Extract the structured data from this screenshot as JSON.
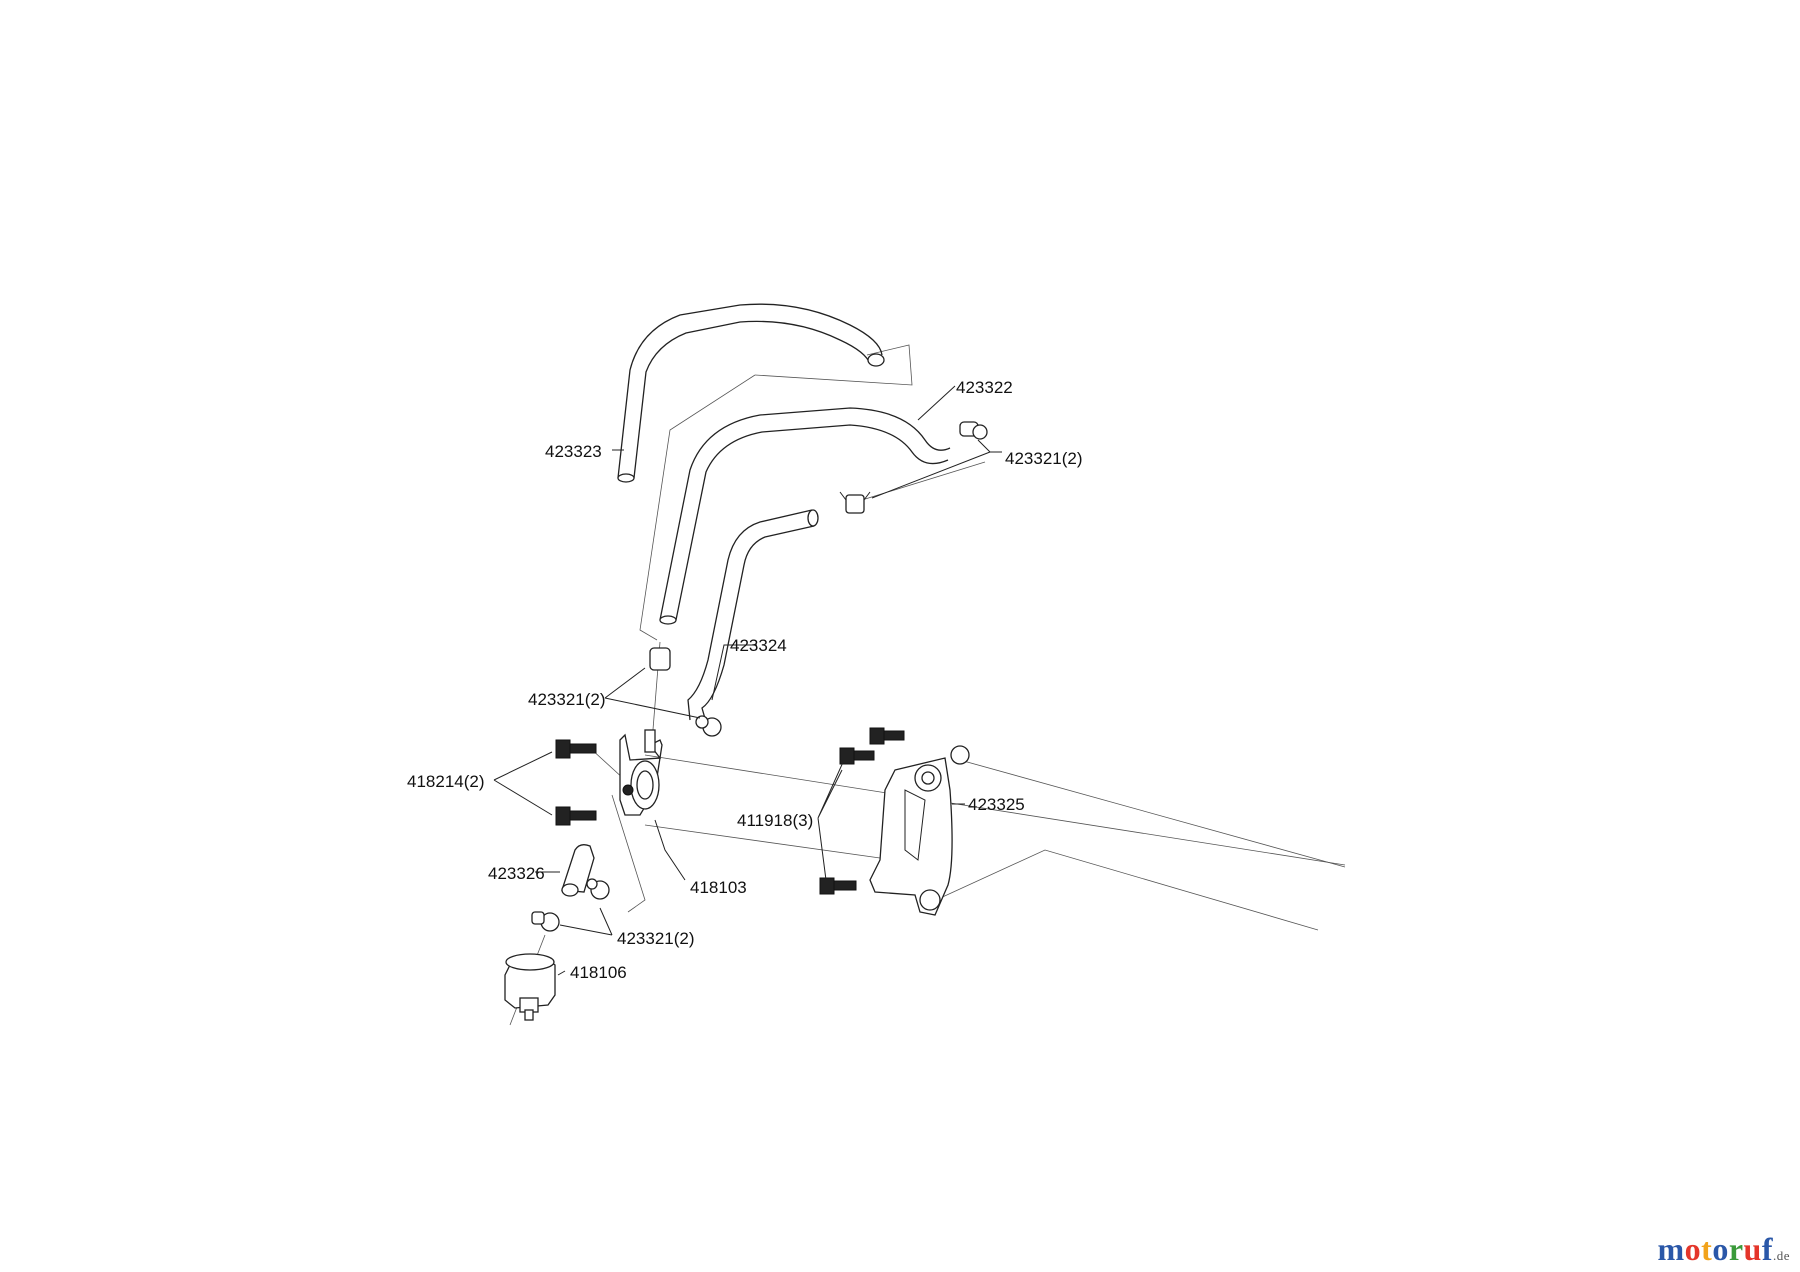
{
  "parts": [
    {
      "id": "p1",
      "number": "423323"
    },
    {
      "id": "p2",
      "number": "423322"
    },
    {
      "id": "p3",
      "number": "423321(2)"
    },
    {
      "id": "p4",
      "number": "423324"
    },
    {
      "id": "p5",
      "number": "423321(2)"
    },
    {
      "id": "p6",
      "number": "418214(2)"
    },
    {
      "id": "p7",
      "number": "411918(3)"
    },
    {
      "id": "p8",
      "number": "423325"
    },
    {
      "id": "p9",
      "number": "418103"
    },
    {
      "id": "p10",
      "number": "423326"
    },
    {
      "id": "p11",
      "number": "423321(2)"
    },
    {
      "id": "p12",
      "number": "418106"
    }
  ],
  "logo": {
    "letters": [
      "m",
      "o",
      "t",
      "o",
      "r",
      "u",
      "f"
    ],
    "colors": [
      "#2a57a8",
      "#e4352a",
      "#f2a31b",
      "#2a57a8",
      "#3a9a3a",
      "#e4352a",
      "#2a57a8"
    ],
    "suffix": ".de"
  }
}
